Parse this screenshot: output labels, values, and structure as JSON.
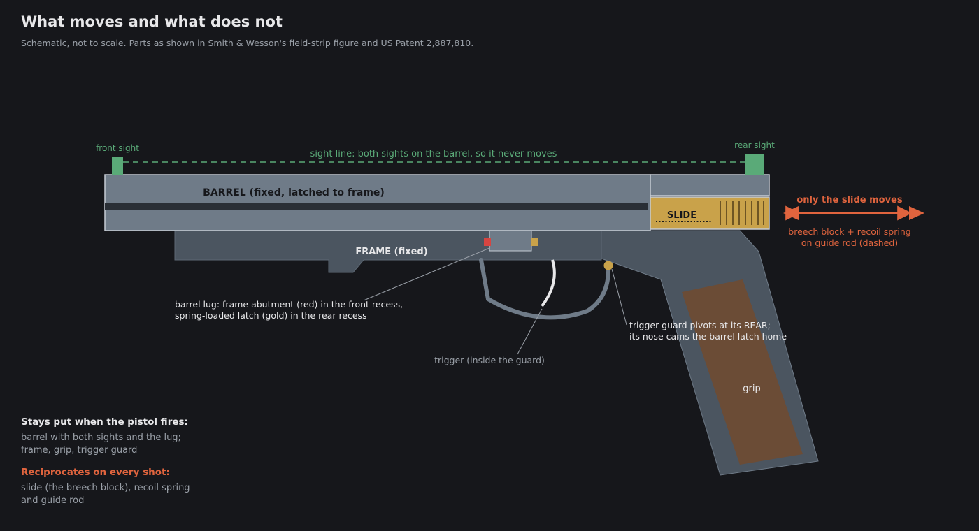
{
  "header": {
    "title": "What moves and what does not",
    "subtitle": "Schematic, not to scale. Parts as shown in Smith & Wesson's field-strip figure and US Patent 2,887,810."
  },
  "diagram": {
    "front_sight": "front sight",
    "rear_sight": "rear sight",
    "sight_line": "sight line: both sights on the barrel, so it never moves",
    "barrel": "BARREL (fixed, latched to frame)",
    "frame": "FRAME (fixed)",
    "slide": "SLIDE",
    "slide_moves": "only the slide moves",
    "breech_line1": "breech block + recoil spring",
    "breech_line2": "on guide rod (dashed)",
    "lug_line1": "barrel lug: frame abutment (red) in the front recess,",
    "lug_line2": "spring-loaded latch (gold) in the rear recess",
    "trigger": "trigger (inside the guard)",
    "guard_line1": "trigger guard pivots at its REAR;",
    "guard_line2": "its nose cams the barrel latch home",
    "grip": "grip"
  },
  "legend": {
    "stays_heading": "Stays put when the pistol fires:",
    "stays_text": "barrel with both sights and the lug; frame, grip, trigger guard",
    "moves_heading": "Reciprocates on every shot:",
    "moves_text": "slide (the breech block), recoil spring and guide rod"
  },
  "colors": {
    "background": "#16171b",
    "barrel": "#6f7b88",
    "frame": "#4b5560",
    "slide": "#c9a24a",
    "sight": "#5aaa78",
    "accent": "#e0643e",
    "grip_panel": "#6b4c36",
    "abutment": "#d64541",
    "latch": "#c9a24a"
  }
}
